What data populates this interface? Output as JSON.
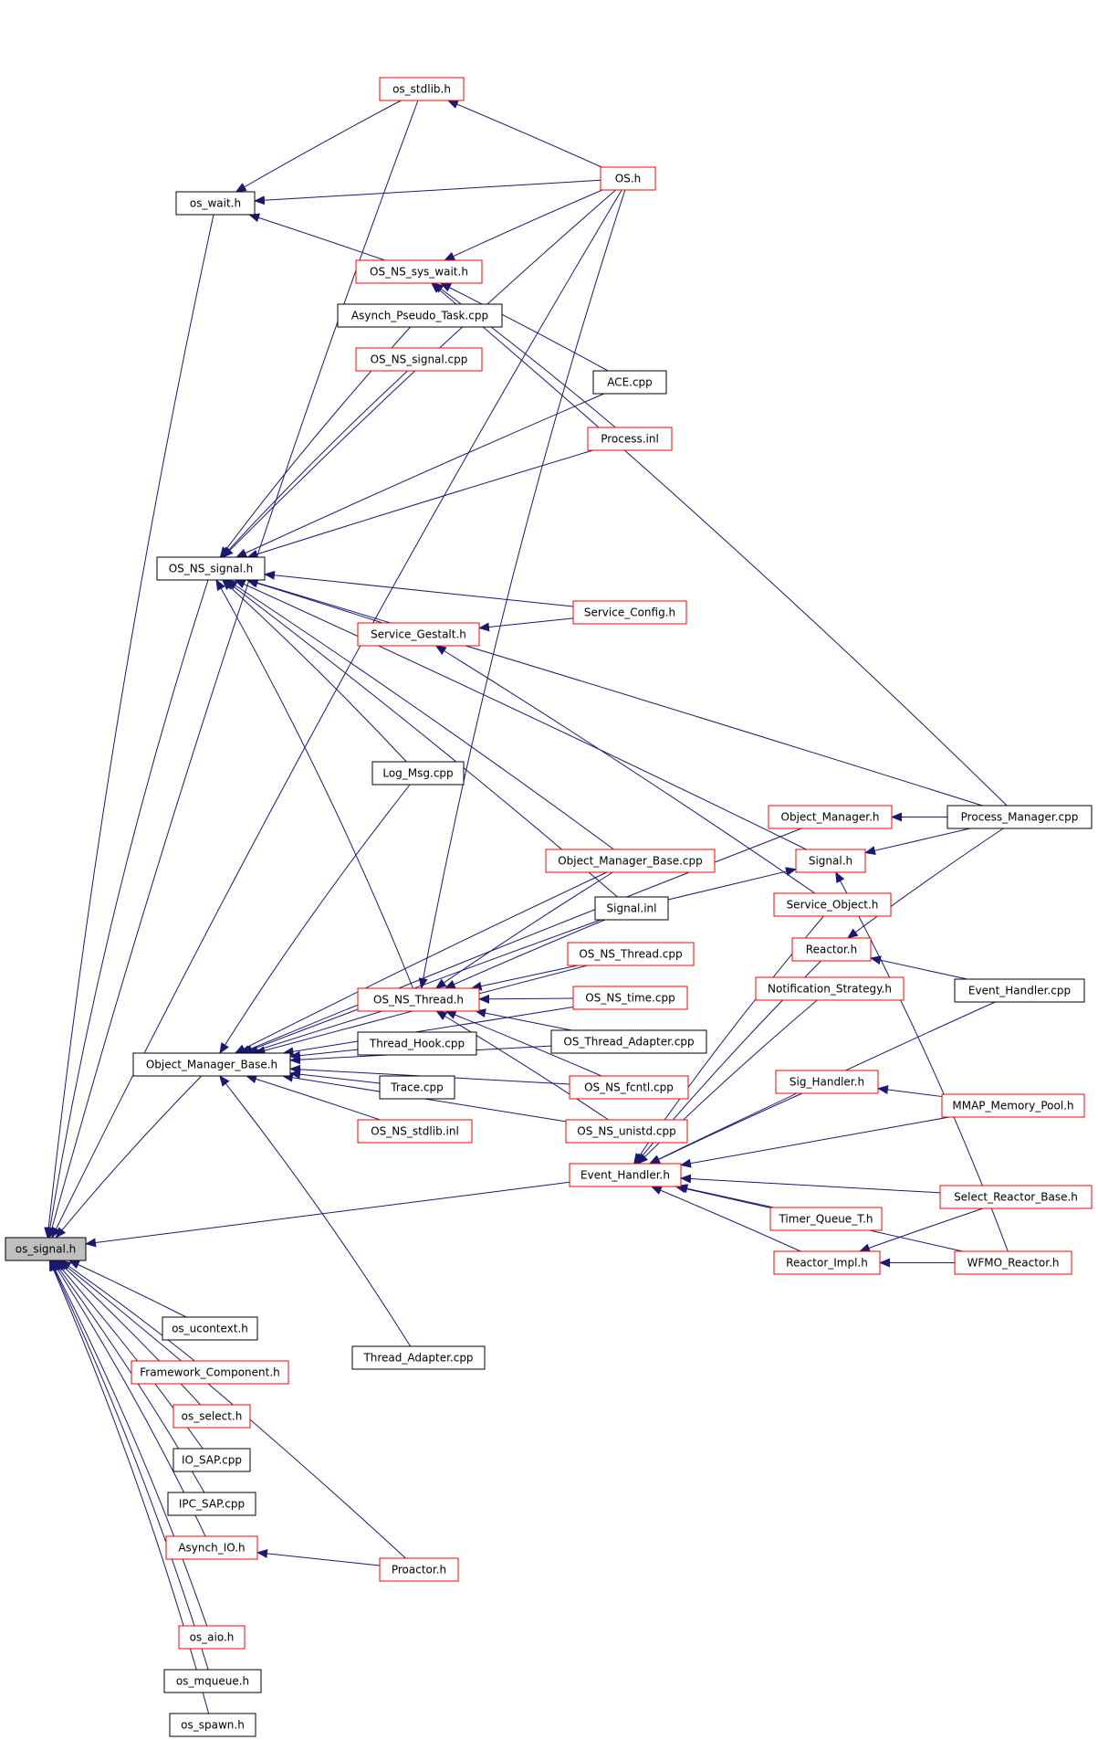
{
  "colors": {
    "edge": "#191970",
    "arrowhead": "#191970",
    "node_border_documented": "#ff0000",
    "node_border_plain": "#000000",
    "node_fill": "#ffffff",
    "root_fill": "#bfbfbf"
  },
  "graph": {
    "root": "os_signal.h",
    "nodes": [
      {
        "id": "os_signal.h",
        "label": "os_signal.h",
        "style": "root"
      },
      {
        "id": "os_stdlib.h",
        "label": "os_stdlib.h",
        "style": "red"
      },
      {
        "id": "OS.h",
        "label": "OS.h",
        "style": "red"
      },
      {
        "id": "os_wait.h",
        "label": "os_wait.h",
        "style": "black"
      },
      {
        "id": "OS_NS_sys_wait.h",
        "label": "OS_NS_sys_wait.h",
        "style": "red"
      },
      {
        "id": "Asynch_Pseudo_Task.cpp",
        "label": "Asynch_Pseudo_Task.cpp",
        "style": "black"
      },
      {
        "id": "OS_NS_signal.cpp",
        "label": "OS_NS_signal.cpp",
        "style": "red"
      },
      {
        "id": "ACE.cpp",
        "label": "ACE.cpp",
        "style": "black"
      },
      {
        "id": "Process.inl",
        "label": "Process.inl",
        "style": "red"
      },
      {
        "id": "OS_NS_signal.h",
        "label": "OS_NS_signal.h",
        "style": "black"
      },
      {
        "id": "Service_Config.h",
        "label": "Service_Config.h",
        "style": "red"
      },
      {
        "id": "Service_Gestalt.h",
        "label": "Service_Gestalt.h",
        "style": "red"
      },
      {
        "id": "Log_Msg.cpp",
        "label": "Log_Msg.cpp",
        "style": "black"
      },
      {
        "id": "Object_Manager.h",
        "label": "Object_Manager.h",
        "style": "red"
      },
      {
        "id": "Process_Manager.cpp",
        "label": "Process_Manager.cpp",
        "style": "black"
      },
      {
        "id": "Object_Manager_Base.cpp",
        "label": "Object_Manager_Base.cpp",
        "style": "red"
      },
      {
        "id": "Signal.h",
        "label": "Signal.h",
        "style": "red"
      },
      {
        "id": "Signal.inl",
        "label": "Signal.inl",
        "style": "black"
      },
      {
        "id": "Service_Object.h",
        "label": "Service_Object.h",
        "style": "red"
      },
      {
        "id": "OS_NS_Thread.cpp",
        "label": "OS_NS_Thread.cpp",
        "style": "red"
      },
      {
        "id": "Reactor.h",
        "label": "Reactor.h",
        "style": "red"
      },
      {
        "id": "OS_NS_Thread.h",
        "label": "OS_NS_Thread.h",
        "style": "red"
      },
      {
        "id": "OS_NS_time.cpp",
        "label": "OS_NS_time.cpp",
        "style": "red"
      },
      {
        "id": "Notification_Strategy.h",
        "label": "Notification_Strategy.h",
        "style": "red"
      },
      {
        "id": "Event_Handler.cpp",
        "label": "Event_Handler.cpp",
        "style": "black"
      },
      {
        "id": "Thread_Hook.cpp",
        "label": "Thread_Hook.cpp",
        "style": "black"
      },
      {
        "id": "OS_Thread_Adapter.cpp",
        "label": "OS_Thread_Adapter.cpp",
        "style": "black"
      },
      {
        "id": "Object_Manager_Base.h",
        "label": "Object_Manager_Base.h",
        "style": "black"
      },
      {
        "id": "Trace.cpp",
        "label": "Trace.cpp",
        "style": "black"
      },
      {
        "id": "Sig_Handler.h",
        "label": "Sig_Handler.h",
        "style": "red"
      },
      {
        "id": "OS_NS_fcntl.cpp",
        "label": "OS_NS_fcntl.cpp",
        "style": "red"
      },
      {
        "id": "MMAP_Memory_Pool.h",
        "label": "MMAP_Memory_Pool.h",
        "style": "red"
      },
      {
        "id": "OS_NS_stdlib.inl",
        "label": "OS_NS_stdlib.inl",
        "style": "red"
      },
      {
        "id": "OS_NS_unistd.cpp",
        "label": "OS_NS_unistd.cpp",
        "style": "red"
      },
      {
        "id": "Event_Handler.h",
        "label": "Event_Handler.h",
        "style": "red"
      },
      {
        "id": "Select_Reactor_Base.h",
        "label": "Select_Reactor_Base.h",
        "style": "red"
      },
      {
        "id": "Timer_Queue_T.h",
        "label": "Timer_Queue_T.h",
        "style": "red"
      },
      {
        "id": "Reactor_Impl.h",
        "label": "Reactor_Impl.h",
        "style": "red"
      },
      {
        "id": "WFMO_Reactor.h",
        "label": "WFMO_Reactor.h",
        "style": "red"
      },
      {
        "id": "os_ucontext.h",
        "label": "os_ucontext.h",
        "style": "black"
      },
      {
        "id": "Framework_Component.h",
        "label": "Framework_Component.h",
        "style": "red"
      },
      {
        "id": "Thread_Adapter.cpp",
        "label": "Thread_Adapter.cpp",
        "style": "black"
      },
      {
        "id": "os_select.h",
        "label": "os_select.h",
        "style": "red"
      },
      {
        "id": "IO_SAP.cpp",
        "label": "IO_SAP.cpp",
        "style": "black"
      },
      {
        "id": "IPC_SAP.cpp",
        "label": "IPC_SAP.cpp",
        "style": "black"
      },
      {
        "id": "Asynch_IO.h",
        "label": "Asynch_IO.h",
        "style": "red"
      },
      {
        "id": "Proactor.h",
        "label": "Proactor.h",
        "style": "red"
      },
      {
        "id": "os_aio.h",
        "label": "os_aio.h",
        "style": "red"
      },
      {
        "id": "os_mqueue.h",
        "label": "os_mqueue.h",
        "style": "black"
      },
      {
        "id": "os_spawn.h",
        "label": "os_spawn.h",
        "style": "black"
      }
    ],
    "edges": [
      [
        "os_stdlib.h",
        "os_signal.h"
      ],
      [
        "OS.h",
        "os_signal.h"
      ],
      [
        "os_wait.h",
        "os_signal.h"
      ],
      [
        "OS_NS_signal.h",
        "os_signal.h"
      ],
      [
        "Object_Manager_Base.h",
        "os_signal.h"
      ],
      [
        "os_ucontext.h",
        "os_signal.h"
      ],
      [
        "Framework_Component.h",
        "os_signal.h"
      ],
      [
        "os_select.h",
        "os_signal.h"
      ],
      [
        "IO_SAP.cpp",
        "os_signal.h"
      ],
      [
        "IPC_SAP.cpp",
        "os_signal.h"
      ],
      [
        "Asynch_IO.h",
        "os_signal.h"
      ],
      [
        "Proactor.h",
        "os_signal.h"
      ],
      [
        "os_aio.h",
        "os_signal.h"
      ],
      [
        "os_mqueue.h",
        "os_signal.h"
      ],
      [
        "os_spawn.h",
        "os_signal.h"
      ],
      [
        "Event_Handler.h",
        "os_signal.h"
      ],
      [
        "OS.h",
        "os_stdlib.h"
      ],
      [
        "os_stdlib.h",
        "os_wait.h"
      ],
      [
        "OS.h",
        "os_wait.h"
      ],
      [
        "OS_NS_sys_wait.h",
        "os_wait.h"
      ],
      [
        "OS.h",
        "OS_NS_sys_wait.h"
      ],
      [
        "ACE.cpp",
        "OS_NS_sys_wait.h"
      ],
      [
        "Process.inl",
        "OS_NS_sys_wait.h"
      ],
      [
        "Process_Manager.cpp",
        "OS_NS_sys_wait.h"
      ],
      [
        "OS.h",
        "OS_NS_signal.h"
      ],
      [
        "Asynch_Pseudo_Task.cpp",
        "OS_NS_signal.h"
      ],
      [
        "OS_NS_signal.cpp",
        "OS_NS_signal.h"
      ],
      [
        "ACE.cpp",
        "OS_NS_signal.h"
      ],
      [
        "Process.inl",
        "OS_NS_signal.h"
      ],
      [
        "Process_Manager.cpp",
        "OS_NS_signal.h"
      ],
      [
        "Signal.h",
        "OS_NS_signal.h"
      ],
      [
        "Service_Config.h",
        "OS_NS_signal.h"
      ],
      [
        "Service_Gestalt.h",
        "OS_NS_signal.h"
      ],
      [
        "Object_Manager_Base.cpp",
        "OS_NS_signal.h"
      ],
      [
        "Log_Msg.cpp",
        "OS_NS_signal.h"
      ],
      [
        "Signal.inl",
        "OS_NS_signal.h"
      ],
      [
        "OS_NS_Thread.h",
        "OS_NS_signal.h"
      ],
      [
        "Service_Config.h",
        "Service_Gestalt.h"
      ],
      [
        "Service_Object.h",
        "Service_Gestalt.h"
      ],
      [
        "Process_Manager.cpp",
        "Object_Manager.h"
      ],
      [
        "Process_Manager.cpp",
        "Signal.h"
      ],
      [
        "Signal.inl",
        "Signal.h"
      ],
      [
        "WFMO_Reactor.h",
        "Signal.h"
      ],
      [
        "Process_Manager.cpp",
        "Reactor.h"
      ],
      [
        "Event_Handler.cpp",
        "Reactor.h"
      ],
      [
        "OS.h",
        "OS_NS_Thread.h"
      ],
      [
        "Object_Manager_Base.cpp",
        "OS_NS_Thread.h"
      ],
      [
        "Signal.inl",
        "OS_NS_Thread.h"
      ],
      [
        "OS_NS_Thread.cpp",
        "OS_NS_Thread.h"
      ],
      [
        "OS_NS_time.cpp",
        "OS_NS_Thread.h"
      ],
      [
        "OS_Thread_Adapter.cpp",
        "OS_NS_Thread.h"
      ],
      [
        "OS_NS_fcntl.cpp",
        "OS_NS_Thread.h"
      ],
      [
        "OS_NS_unistd.cpp",
        "OS_NS_Thread.h"
      ],
      [
        "Object_Manager.h",
        "Object_Manager_Base.h"
      ],
      [
        "Object_Manager_Base.cpp",
        "Object_Manager_Base.h"
      ],
      [
        "Log_Msg.cpp",
        "Object_Manager_Base.h"
      ],
      [
        "Signal.inl",
        "Object_Manager_Base.h"
      ],
      [
        "OS_NS_Thread.cpp",
        "Object_Manager_Base.h"
      ],
      [
        "OS_NS_Thread.h",
        "Object_Manager_Base.h"
      ],
      [
        "OS_NS_time.cpp",
        "Object_Manager_Base.h"
      ],
      [
        "Thread_Hook.cpp",
        "Object_Manager_Base.h"
      ],
      [
        "Trace.cpp",
        "Object_Manager_Base.h"
      ],
      [
        "OS_NS_stdlib.inl",
        "Object_Manager_Base.h"
      ],
      [
        "OS_NS_fcntl.cpp",
        "Object_Manager_Base.h"
      ],
      [
        "OS_NS_unistd.cpp",
        "Object_Manager_Base.h"
      ],
      [
        "OS_Thread_Adapter.cpp",
        "Object_Manager_Base.h"
      ],
      [
        "Thread_Adapter.cpp",
        "Object_Manager_Base.h"
      ],
      [
        "Service_Object.h",
        "Event_Handler.h"
      ],
      [
        "Reactor.h",
        "Event_Handler.h"
      ],
      [
        "Notification_Strategy.h",
        "Event_Handler.h"
      ],
      [
        "Event_Handler.cpp",
        "Event_Handler.h"
      ],
      [
        "Sig_Handler.h",
        "Event_Handler.h"
      ],
      [
        "MMAP_Memory_Pool.h",
        "Event_Handler.h"
      ],
      [
        "Select_Reactor_Base.h",
        "Event_Handler.h"
      ],
      [
        "Timer_Queue_T.h",
        "Event_Handler.h"
      ],
      [
        "Reactor_Impl.h",
        "Event_Handler.h"
      ],
      [
        "WFMO_Reactor.h",
        "Event_Handler.h"
      ],
      [
        "MMAP_Memory_Pool.h",
        "Sig_Handler.h"
      ],
      [
        "Select_Reactor_Base.h",
        "Reactor_Impl.h"
      ],
      [
        "WFMO_Reactor.h",
        "Reactor_Impl.h"
      ],
      [
        "Proactor.h",
        "Asynch_IO.h"
      ]
    ]
  }
}
